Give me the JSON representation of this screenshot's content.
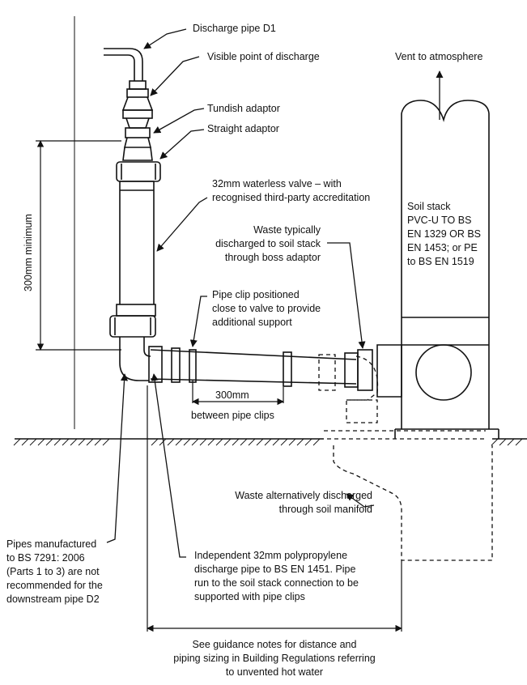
{
  "labels": {
    "discharge_pipe": "Discharge pipe D1",
    "visible_point": "Visible point of discharge",
    "tundish_adaptor": "Tundish adaptor",
    "straight_adaptor": "Straight adaptor",
    "waterless_valve": "32mm waterless valve – with\nrecognised third-party accreditation",
    "vent": "Vent to atmosphere",
    "soil_stack": "Soil stack\nPVC-U TO BS\nEN 1329 OR BS\nEN 1453; or PE\nto BS EN 1519",
    "waste_boss": "Waste typically\ndischarged to soil stack\nthrough boss adaptor",
    "pipe_clip": "Pipe clip positioned\nclose to valve to provide\nadditional support",
    "min_height": "300mm minimum",
    "clip_spacing": "300mm",
    "between_clips": "between pipe clips",
    "waste_manifold": "Waste alternatively discharged\nthrough soil manifold",
    "bs7291": "Pipes manufactured\nto BS 7291: 2006\n(Parts 1 to 3) are not\nrecommended for the\ndownstream pipe D2",
    "independent_pipe": "Independent 32mm polypropylene\ndischarge pipe to BS EN 1451. Pipe\nrun to the soil stack connection to be\nsupported with pipe clips",
    "guidance": "See guidance notes for distance and\npiping sizing in Building Regulations referring\nto unvented hot water"
  },
  "colors": {
    "line": "#111111",
    "ground_hatch": "#333333",
    "background": "#ffffff"
  }
}
